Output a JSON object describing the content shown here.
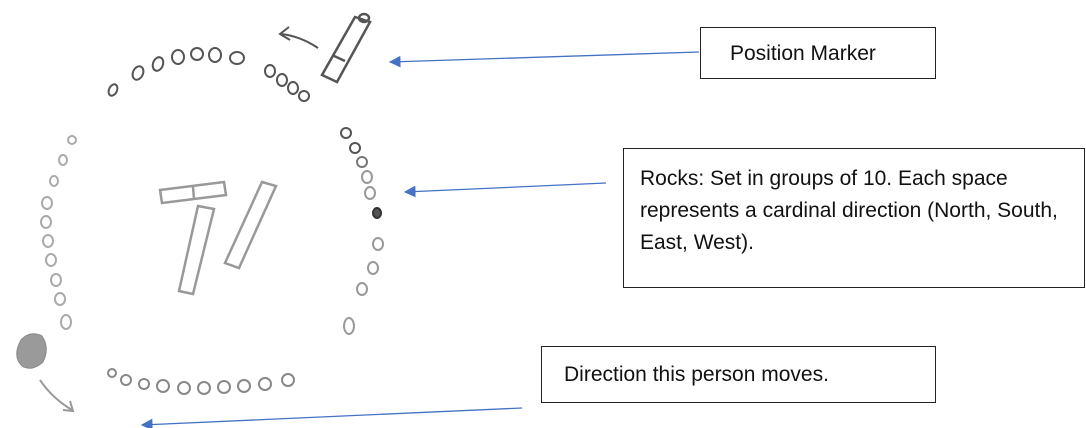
{
  "callouts": {
    "position_marker": "Position Marker",
    "rocks": "Rocks:  Set in groups of 10.  Each space represents a cardinal direction (North, South, East, West).",
    "direction": "Direction this person moves."
  },
  "colors": {
    "arrow": "#4472C4",
    "rock_dark": "#555555",
    "rock_light": "#a8a8a8",
    "box_border": "#222222"
  }
}
